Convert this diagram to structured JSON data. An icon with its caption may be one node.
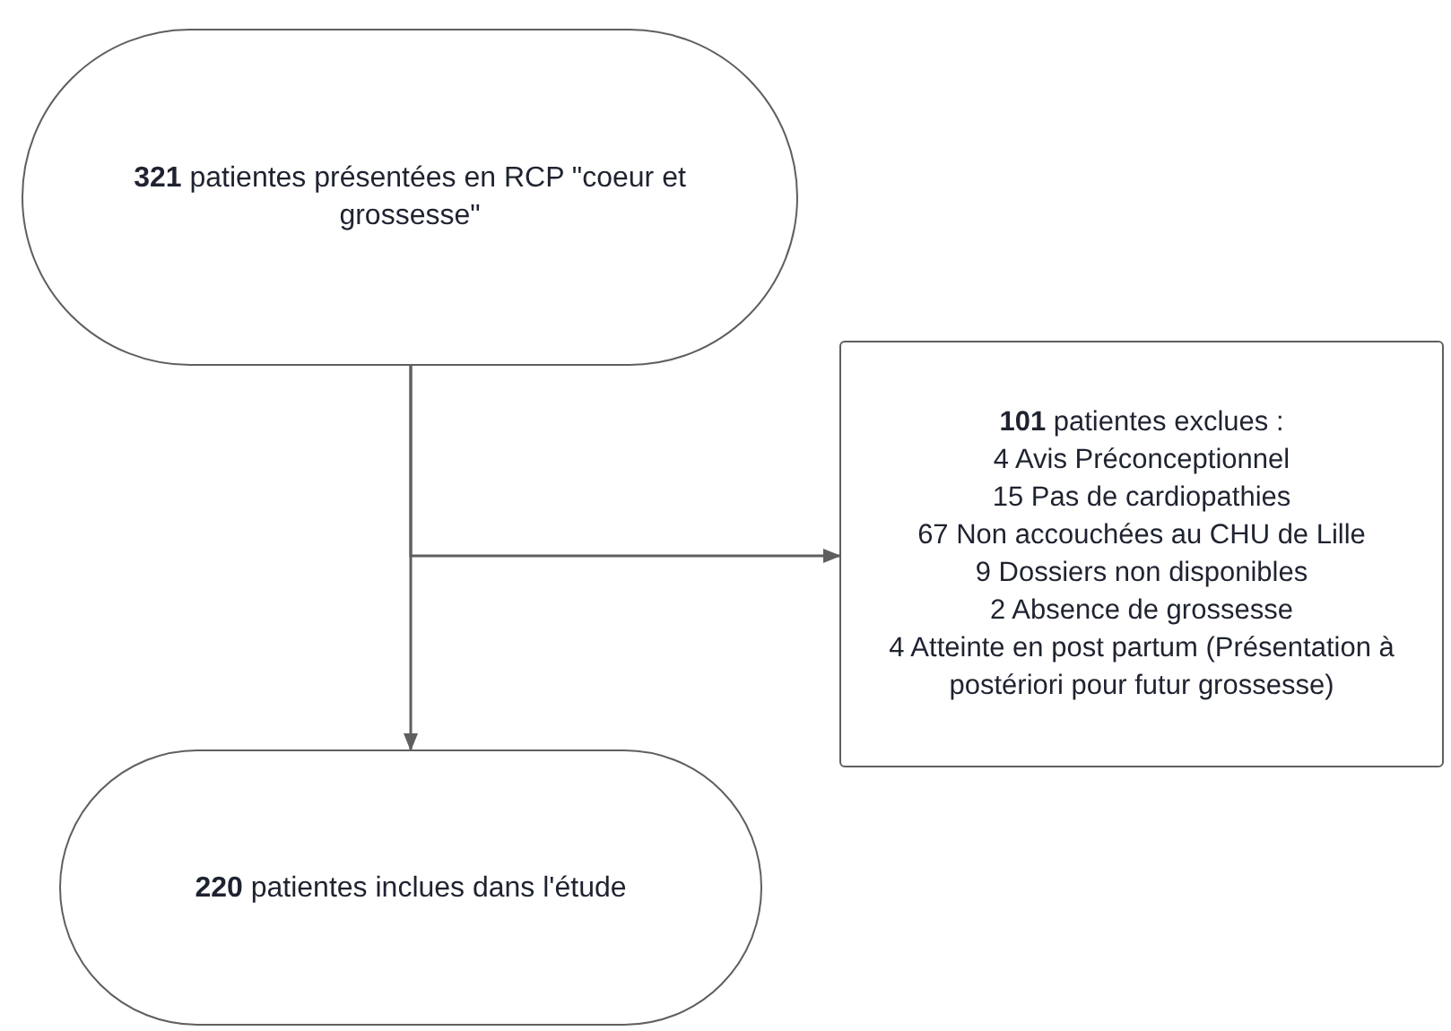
{
  "diagram": {
    "nodes": [
      {
        "text": [
          "**321** patientes présentées en RCP \"coeur et grossesse\""
        ]
      },
      {
        "text": [
          "**101** patientes exclues :",
          "4 Avis Préconceptionnel",
          "15 Pas de cardiopathies",
          "67 Non accouchées au CHU de Lille",
          "9 Dossiers non disponibles",
          "2 Absence de grossesse",
          "4 Atteinte en post partum (Présentation à postériori pour futur grossesse)"
        ]
      },
      {
        "text": [
          "**220** patientes inclues dans l'étude"
        ]
      }
    ],
    "edges": [
      {
        "from": 0,
        "to": 2,
        "arrow": "to"
      },
      {
        "from": 0,
        "to": 1,
        "arrow": "to"
      }
    ]
  }
}
